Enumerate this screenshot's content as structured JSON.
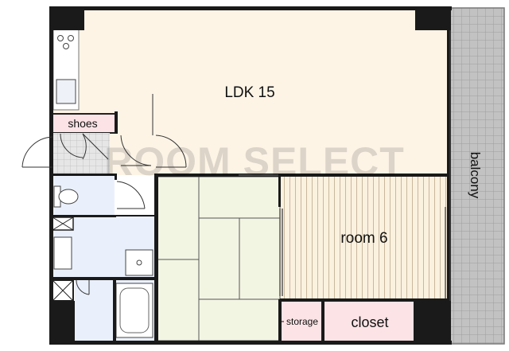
{
  "rooms": {
    "ldk": "LDK 15",
    "room": "room 6",
    "balcony": "balcony",
    "shoes": "shoes",
    "storage": "storage",
    "closet": "closet"
  },
  "watermark": "ROOM SELECT",
  "colors": {
    "wall": "#1a1a1a",
    "ldk_floor": "#fdf4e6",
    "room_floor": "#fbf1df",
    "tatami": "#f3f5e3",
    "balcony": "#bfbfbf",
    "wet_area": "#eaf0fb",
    "storage": "#fbe3e6",
    "entrance_tile": "#e5e5e5"
  },
  "icons": [
    "stove-icon",
    "sink-icon",
    "toilet-icon",
    "washbasin-icon",
    "washer-pan-icon",
    "bathtub-icon",
    "door-swing-icon"
  ]
}
